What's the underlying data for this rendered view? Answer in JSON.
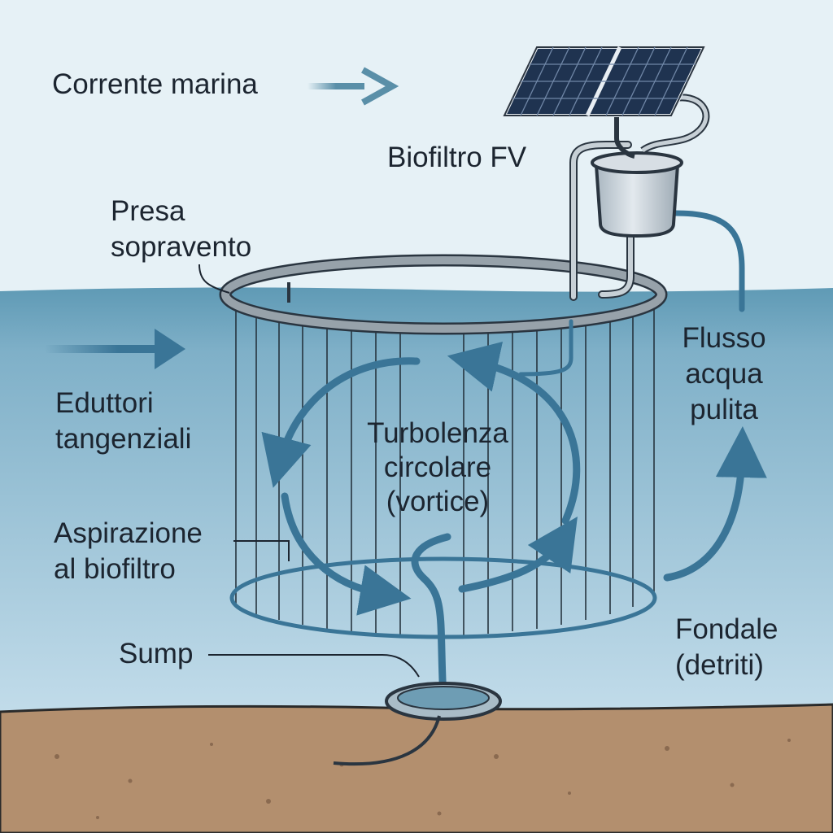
{
  "labels": {
    "corrente_marina": "Corrente marina",
    "biofiltro_fv": "Biofiltro FV",
    "presa_sopravento": [
      "Presa",
      "sopravento"
    ],
    "eduttori_tangenziali": [
      "Eduttori",
      "tangenziali"
    ],
    "turbolenza_circolare": [
      "Turbolenza",
      "circolare",
      "(vortice)"
    ],
    "flusso_acqua_pulita": [
      "Flusso",
      "acqua",
      "pulita"
    ],
    "aspirazione_biofiltro": [
      "Aspirazione",
      "al biofiltro"
    ],
    "sump": "Sump",
    "fondale_detriti": [
      "Fondale",
      "(detriti)"
    ]
  },
  "colors": {
    "sky": "#e6f1f6",
    "water_top": "#5f9ab5",
    "water_bottom": "#c2dcea",
    "seabed": "#b38f6e",
    "flow_arrow": "#3a7597",
    "net_line": "#26343f",
    "ring": "#8f9aa2",
    "solar_panel": "#1f3350",
    "filter_body": "#c9d3da"
  },
  "icons": [
    "solar-panel-icon",
    "biofilter-tank-icon",
    "current-arrow-icon"
  ]
}
